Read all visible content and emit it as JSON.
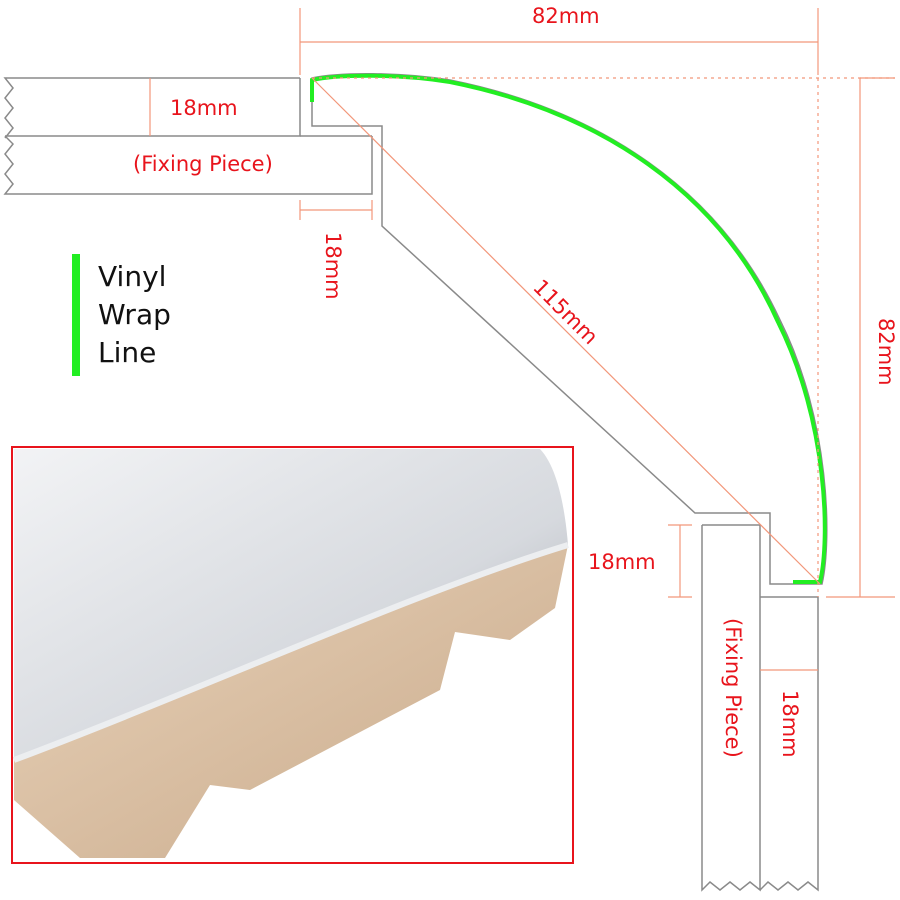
{
  "dimensions": {
    "top_width": "82mm",
    "right_height": "82mm",
    "diagonal": "115mm",
    "left_board_thickness": "18mm",
    "left_offset": "18mm",
    "right_offset": "18mm",
    "right_board_thickness": "18mm"
  },
  "labels": {
    "left_fixing_piece": "(Fixing Piece)",
    "right_fixing_piece": "(Fixing Piece)"
  },
  "legend": {
    "lines": [
      "Vinyl",
      "Wrap",
      "Line"
    ],
    "color": "#22ee22"
  },
  "colors": {
    "dimension": "#f2977a",
    "text": "#e8141c",
    "outline": "#8a8a8a",
    "photo_border": "#e8141c"
  }
}
